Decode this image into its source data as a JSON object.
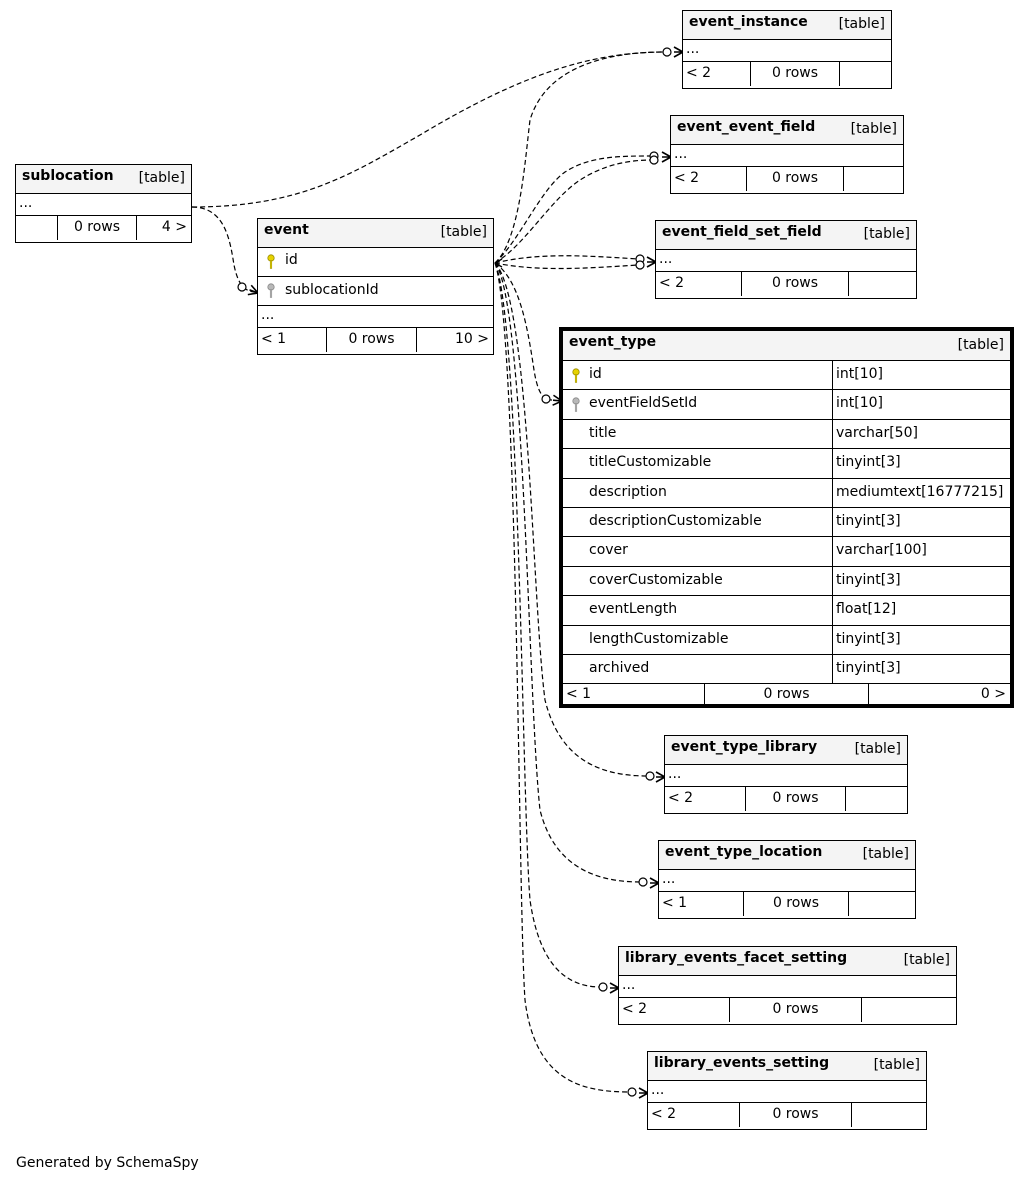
{
  "footer_text": "Generated by SchemaSpy",
  "colors": {
    "pk_key": "#e6d200",
    "fk_key": "#b8b8b8",
    "header_bg": "#f4f4f4"
  },
  "tables": {
    "event_instance": {
      "name": "event_instance",
      "kind": "[table]",
      "ellipsis": "...",
      "foot": [
        "< 2",
        "0 rows",
        ""
      ]
    },
    "event_event_field": {
      "name": "event_event_field",
      "kind": "[table]",
      "ellipsis": "...",
      "foot": [
        "< 2",
        "0 rows",
        ""
      ]
    },
    "sublocation": {
      "name": "sublocation",
      "kind": "[table]",
      "ellipsis": "...",
      "foot": [
        "",
        "0 rows",
        "4 >"
      ]
    },
    "event": {
      "name": "event",
      "kind": "[table]",
      "col_id": "id",
      "col_sublocation": "sublocationId",
      "ellipsis": "...",
      "foot": [
        "< 1",
        "0 rows",
        "10 >"
      ]
    },
    "event_field_set_field": {
      "name": "event_field_set_field",
      "kind": "[table]",
      "ellipsis": "...",
      "foot": [
        "< 2",
        "0 rows",
        ""
      ]
    },
    "event_type": {
      "name": "event_type",
      "kind": "[table]",
      "columns": [
        {
          "name": "id",
          "type": "int[10]",
          "key": "pk"
        },
        {
          "name": "eventFieldSetId",
          "type": "int[10]",
          "key": "fk"
        },
        {
          "name": "title",
          "type": "varchar[50]",
          "key": ""
        },
        {
          "name": "titleCustomizable",
          "type": "tinyint[3]",
          "key": ""
        },
        {
          "name": "description",
          "type": "mediumtext[16777215]",
          "key": ""
        },
        {
          "name": "descriptionCustomizable",
          "type": "tinyint[3]",
          "key": ""
        },
        {
          "name": "cover",
          "type": "varchar[100]",
          "key": ""
        },
        {
          "name": "coverCustomizable",
          "type": "tinyint[3]",
          "key": ""
        },
        {
          "name": "eventLength",
          "type": "float[12]",
          "key": ""
        },
        {
          "name": "lengthCustomizable",
          "type": "tinyint[3]",
          "key": ""
        },
        {
          "name": "archived",
          "type": "tinyint[3]",
          "key": ""
        }
      ],
      "foot": [
        "< 1",
        "0 rows",
        "0 >"
      ]
    },
    "event_type_library": {
      "name": "event_type_library",
      "kind": "[table]",
      "ellipsis": "...",
      "foot": [
        "< 2",
        "0 rows",
        ""
      ]
    },
    "event_type_location": {
      "name": "event_type_location",
      "kind": "[table]",
      "ellipsis": "...",
      "foot": [
        "< 1",
        "0 rows",
        ""
      ]
    },
    "library_events_facet_setting": {
      "name": "library_events_facet_setting",
      "kind": "[table]",
      "ellipsis": "...",
      "foot": [
        "< 2",
        "0 rows",
        ""
      ]
    },
    "library_events_setting": {
      "name": "library_events_setting",
      "kind": "[table]",
      "ellipsis": "...",
      "foot": [
        "< 2",
        "0 rows",
        ""
      ]
    }
  }
}
